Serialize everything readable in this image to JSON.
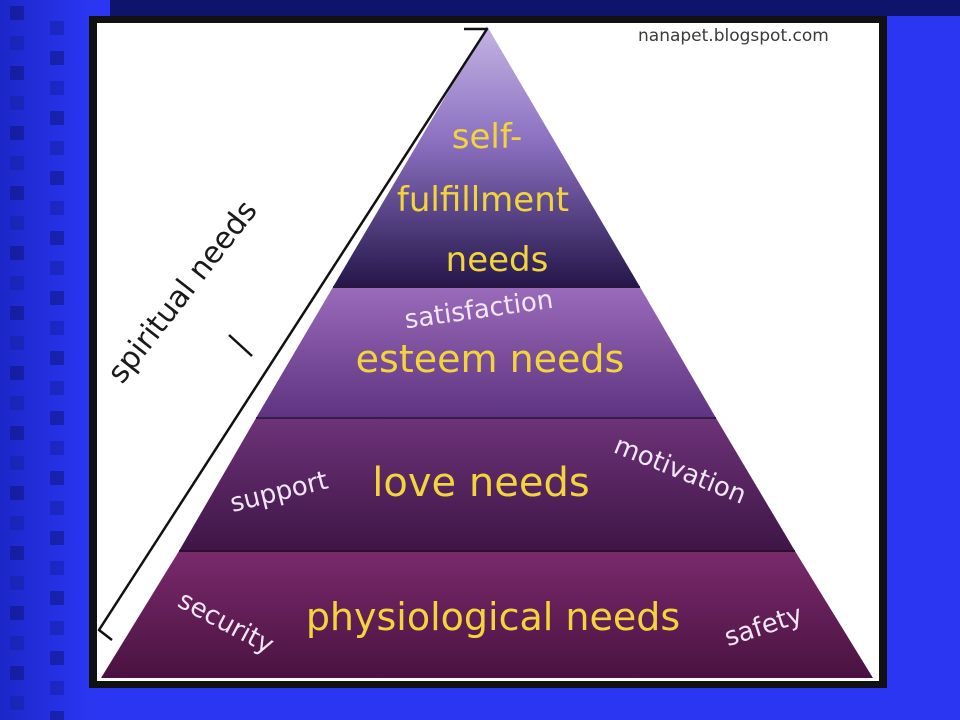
{
  "watermark": "nanapet.blogspot.com",
  "bracket_label": "spiritual needs",
  "levels": [
    {
      "label_lines": [
        "self-",
        "fulfillment",
        "needs"
      ],
      "side_words": []
    },
    {
      "label_lines": [
        "esteem needs"
      ],
      "side_words": [
        "satisfaction"
      ]
    },
    {
      "label_lines": [
        "love needs"
      ],
      "side_words": [
        "support",
        "motivation"
      ]
    },
    {
      "label_lines": [
        "physiological needs"
      ],
      "side_words": [
        "security",
        "safety"
      ]
    }
  ],
  "colors": {
    "slide_bg": "#2a36f2",
    "slide_stripe_dark": "#0b0f5c",
    "panel_border": "#111111",
    "level_text": "#f2d53a",
    "side_text": "#f0e6f4",
    "level_1_top": "#b9a7d9",
    "level_1_bottom": "#2e1f5a",
    "level_2": "#7a4a98",
    "level_3": "#5a2464",
    "level_4": "#6b1f5e"
  }
}
